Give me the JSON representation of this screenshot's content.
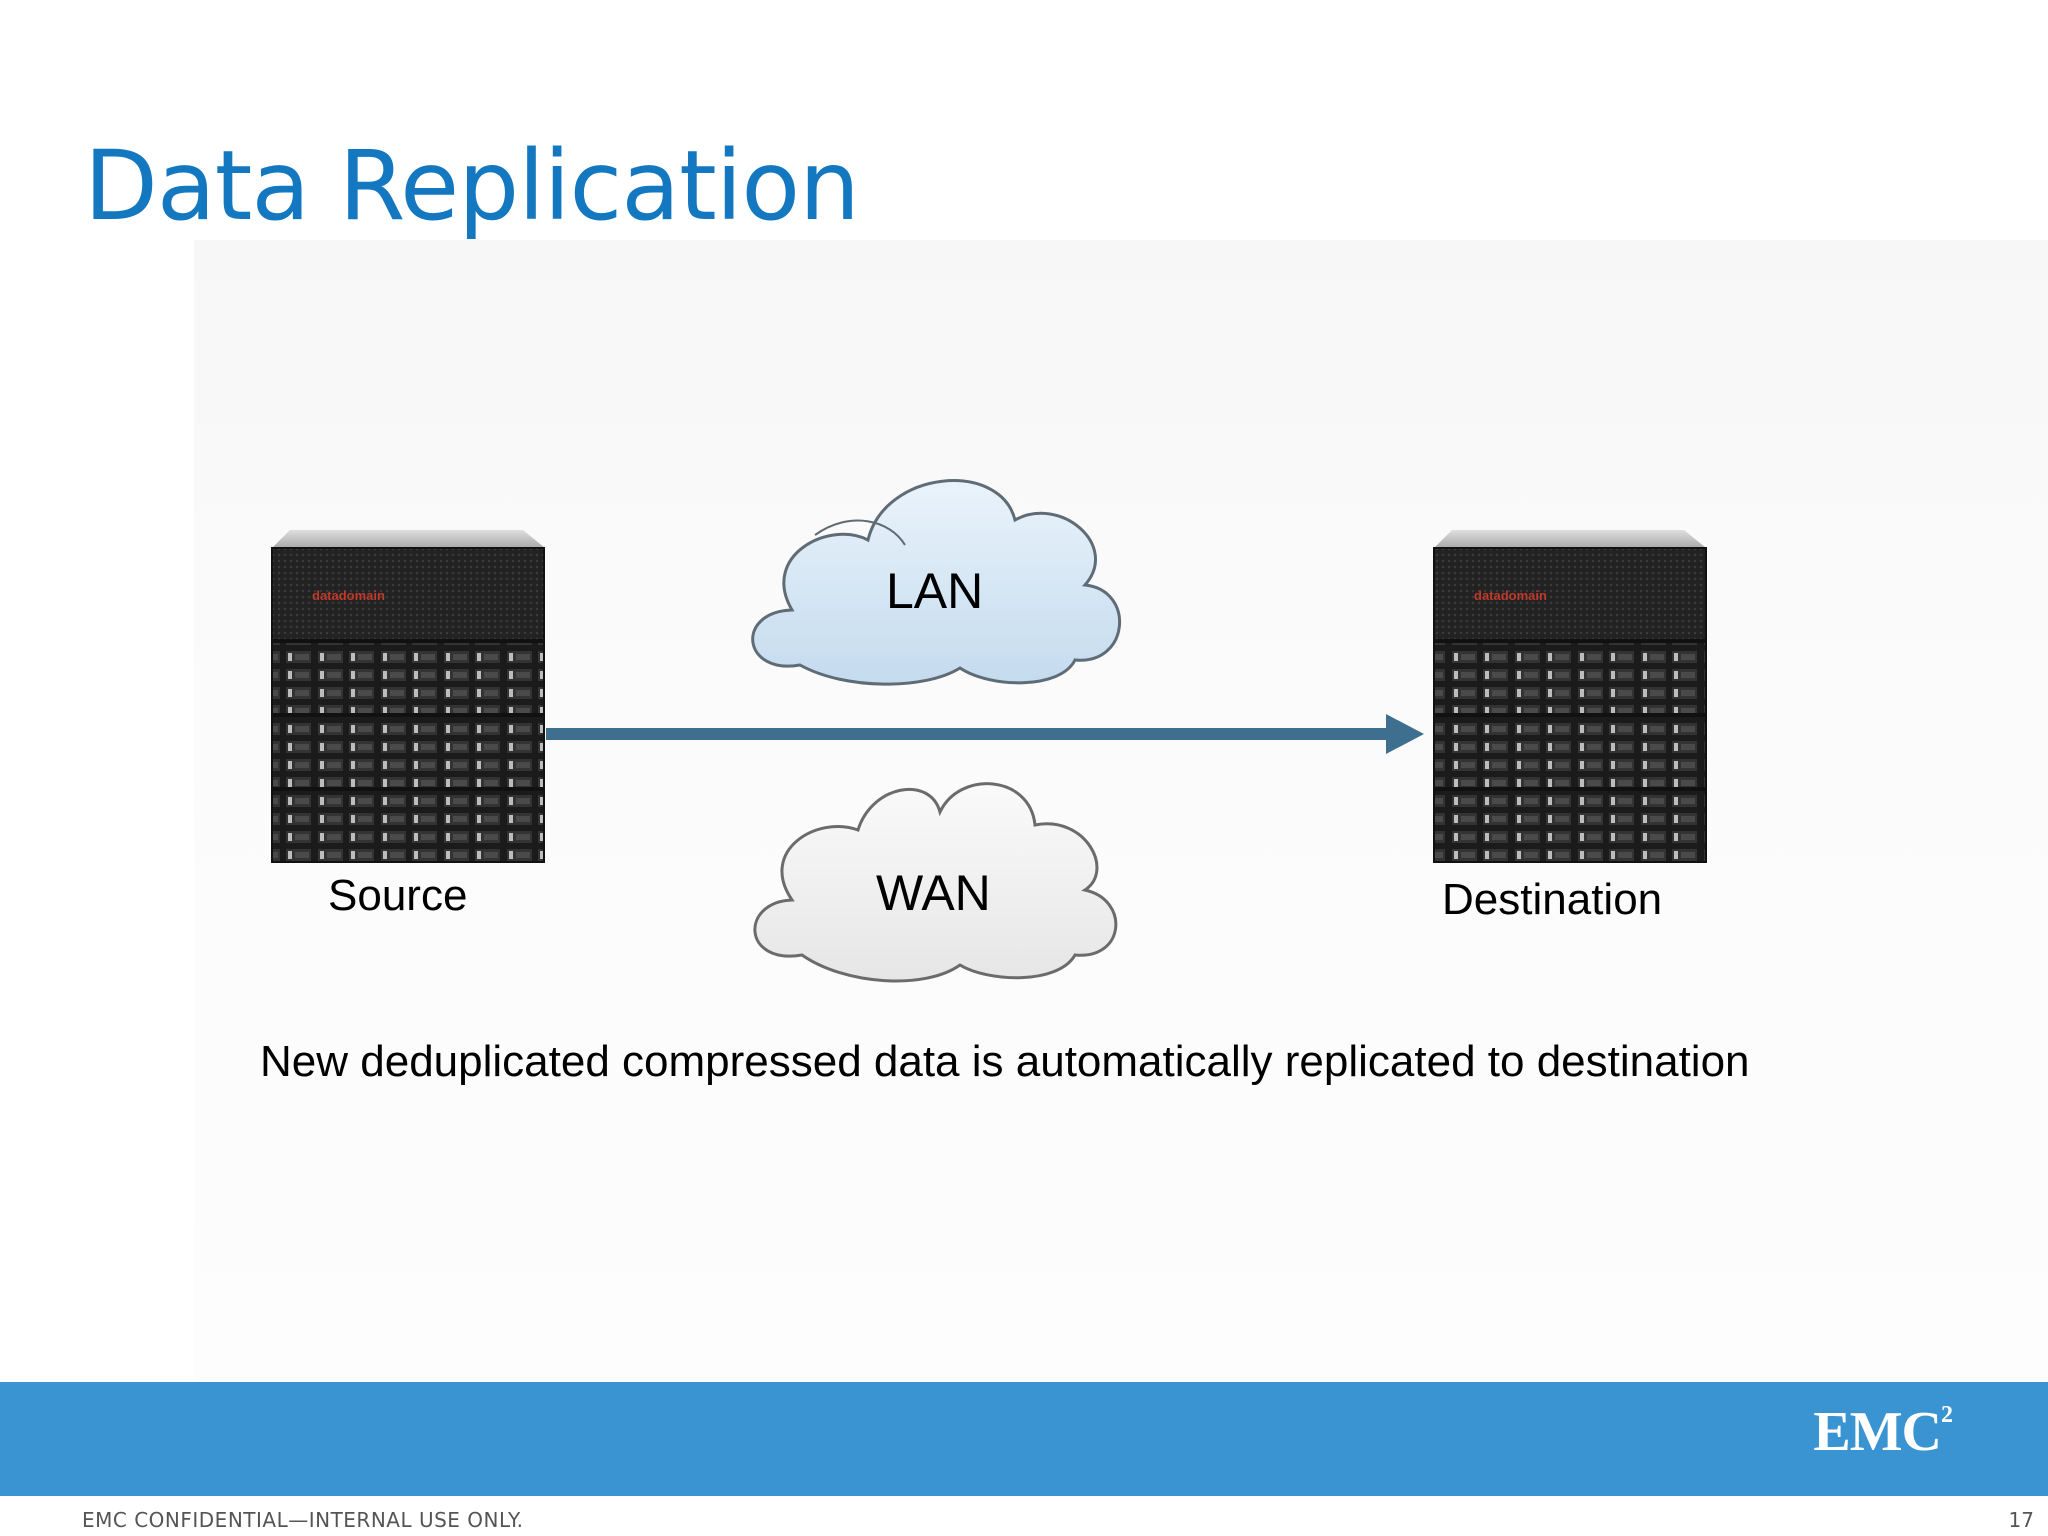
{
  "slide": {
    "title": "Data Replication",
    "caption": "New deduplicated compressed data is automatically replicated to destination"
  },
  "diagram": {
    "source_label": "Source",
    "destination_label": "Destination",
    "network_labels": [
      "LAN",
      "WAN"
    ],
    "appliance_brand": "datadomain",
    "colors": {
      "arrow": "#3f6f8e",
      "lan_cloud": "#d2e3f1",
      "wan_cloud": "#f1f1f1",
      "cloud_outline": "#5f6b75"
    }
  },
  "footer": {
    "logo_text": "EMC",
    "logo_sup": "2",
    "confidential_note": "EMC CONFIDENTIAL—INTERNAL USE ONLY.",
    "page_number": "17",
    "bar_color": "#3a94d2"
  }
}
